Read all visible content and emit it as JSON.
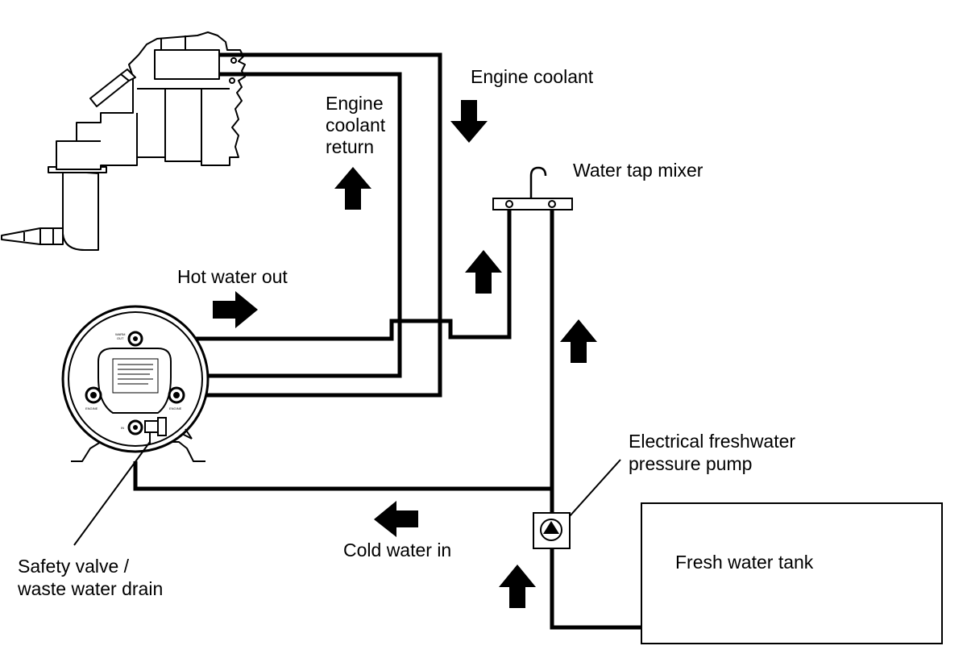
{
  "labels": {
    "engine_coolant": "Engine coolant",
    "engine_coolant_return": [
      "Engine",
      "coolant",
      "return"
    ],
    "water_tap_mixer": "Water tap mixer",
    "hot_water_out": "Hot water out",
    "electrical_pump": [
      "Electrical freshwater",
      "pressure pump"
    ],
    "fresh_water_tank": "Fresh water tank",
    "cold_water_in": "Cold water in",
    "safety_valve": [
      "Safety valve /",
      "waste water drain"
    ]
  },
  "heater_markings": {
    "warm_out": [
      "WARM",
      "OUT"
    ],
    "engine_left": "ENGINE",
    "engine_right": "ENGINE",
    "cold_in": "IN"
  },
  "colors": {
    "line": "#000000",
    "background": "#ffffff"
  }
}
